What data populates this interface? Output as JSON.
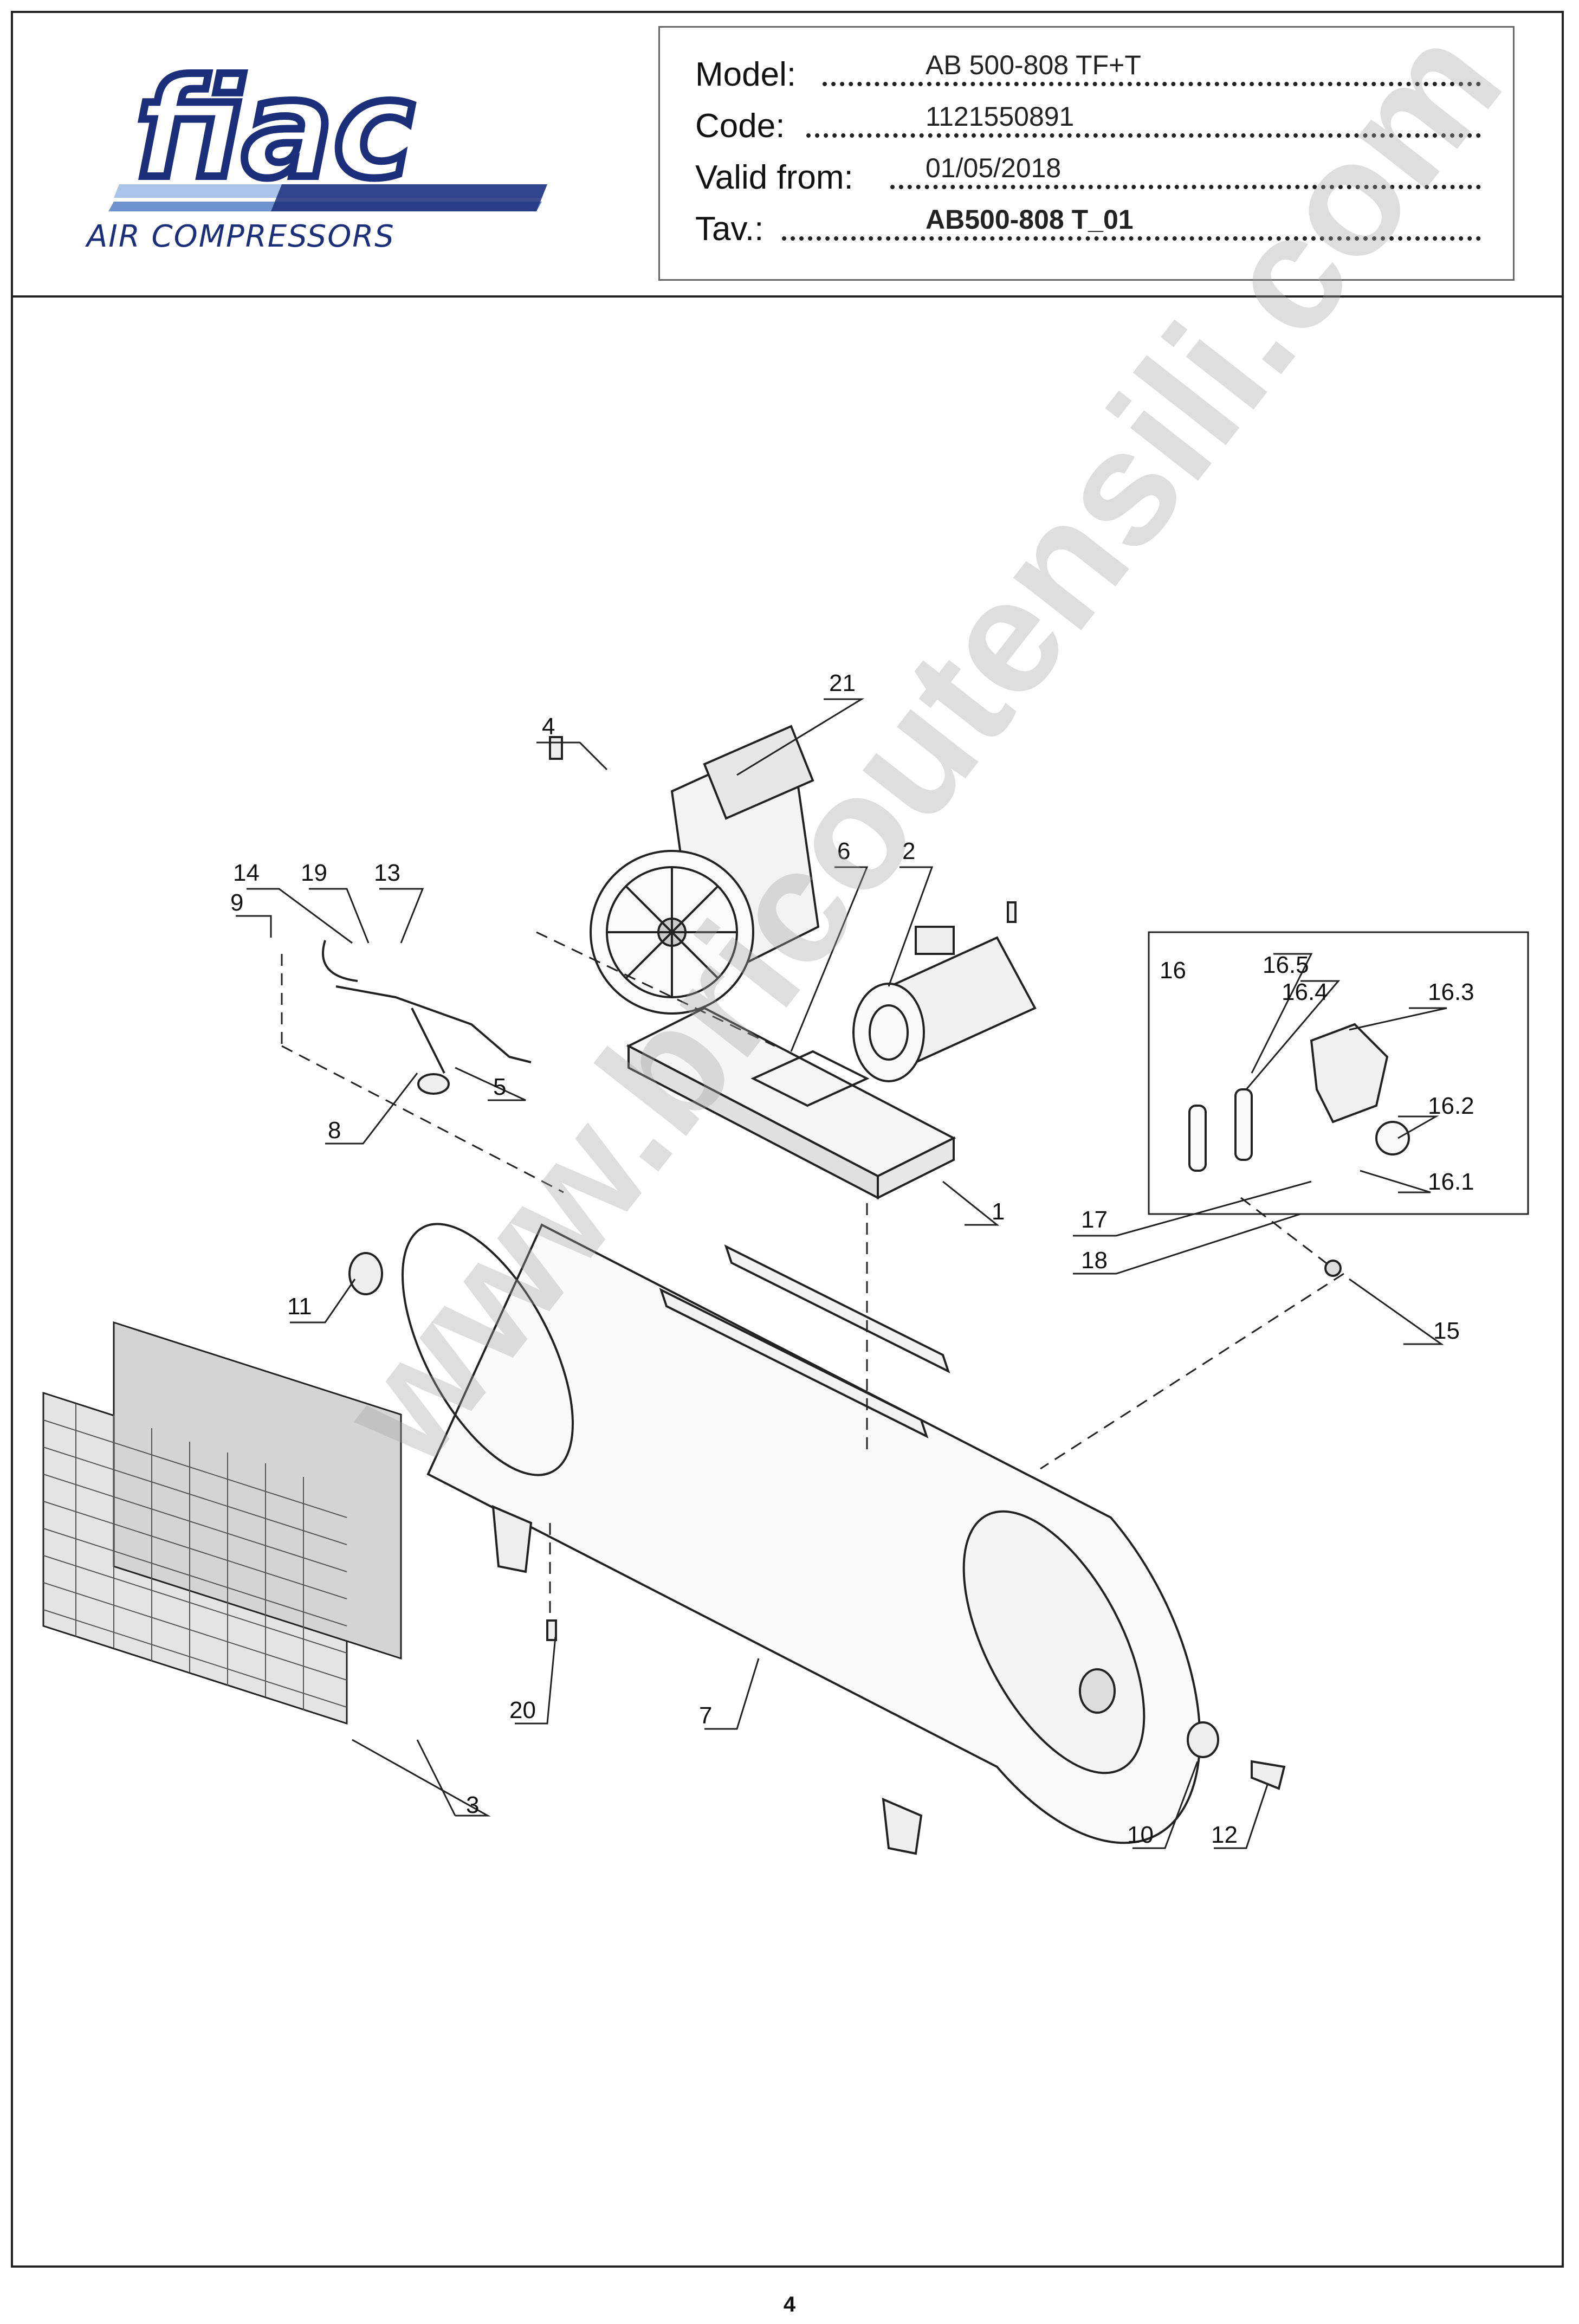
{
  "header": {
    "brand": "fiac",
    "tagline": "AIR COMPRESSORS",
    "model_label": "Model:",
    "model_value": "AB 500-808 TF+T",
    "code_label": "Code:",
    "code_value": "1121550891",
    "valid_label": "Valid from:",
    "valid_value": "01/05/2018",
    "tav_label": "Tav.:",
    "tav_value": "AB500-808 T_01"
  },
  "callouts": {
    "c1": "1",
    "c2": "2",
    "c3": "3",
    "c4": "4",
    "c5": "5",
    "c6": "6",
    "c7": "7",
    "c8": "8",
    "c9": "9",
    "c10": "10",
    "c11": "11",
    "c12": "12",
    "c13": "13",
    "c14": "14",
    "c15": "15",
    "c16": "16",
    "c16_1": "16.1",
    "c16_2": "16.2",
    "c16_3": "16.3",
    "c16_4": "16.4",
    "c16_5": "16.5",
    "c17": "17",
    "c18": "18",
    "c19": "19",
    "c20": "20",
    "c21": "21"
  },
  "watermark": "www.bricoutensili.com",
  "page_number": "4",
  "colors": {
    "logo_blue": "#1b2f7a",
    "stripe_light": "#9fb9e0"
  }
}
